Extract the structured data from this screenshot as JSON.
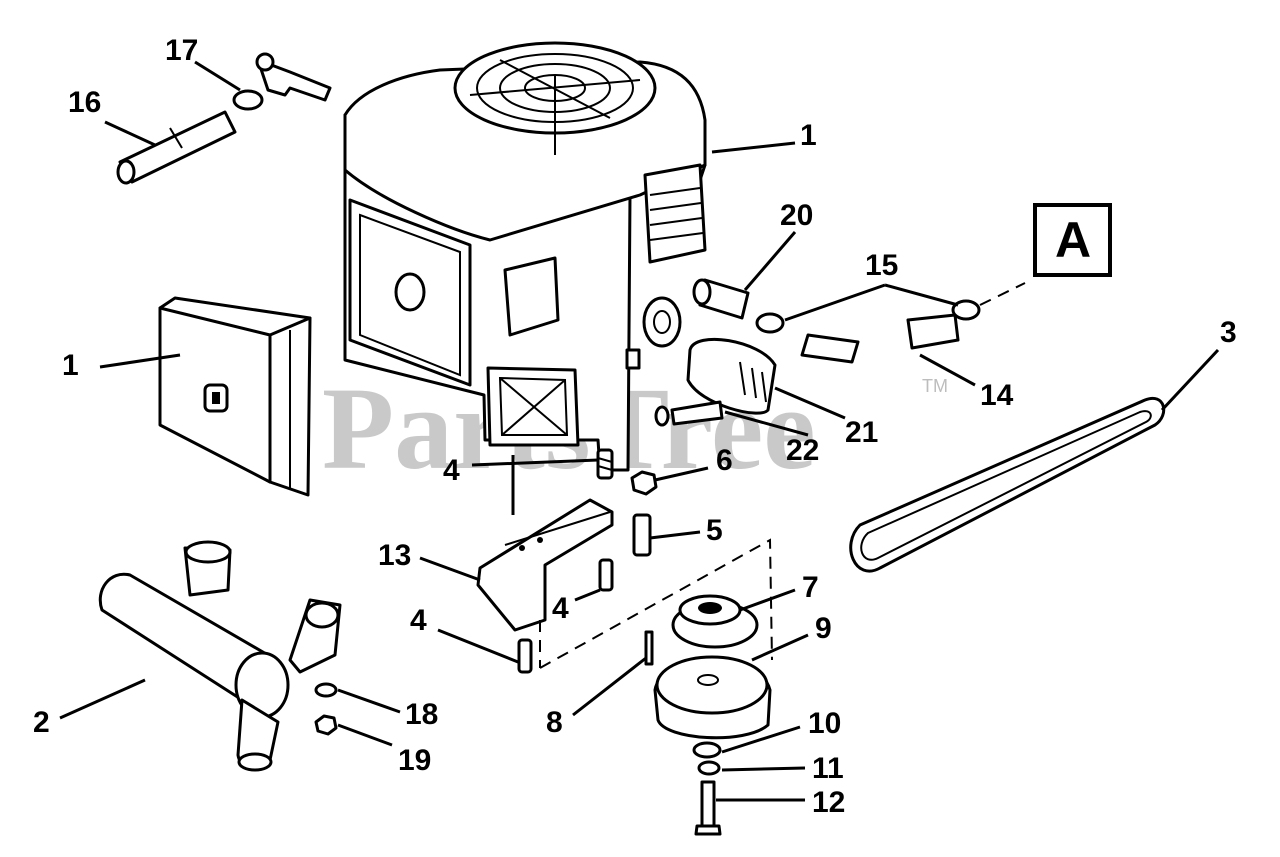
{
  "watermark": {
    "text": "PartsTree",
    "tm": "TM"
  },
  "reference_box": {
    "letter": "A"
  },
  "callouts": [
    {
      "id": "c1a",
      "label": "1"
    },
    {
      "id": "c1b",
      "label": "1"
    },
    {
      "id": "c2",
      "label": "2"
    },
    {
      "id": "c3",
      "label": "3"
    },
    {
      "id": "c4a",
      "label": "4"
    },
    {
      "id": "c4b",
      "label": "4"
    },
    {
      "id": "c4c",
      "label": "4"
    },
    {
      "id": "c5",
      "label": "5"
    },
    {
      "id": "c6",
      "label": "6"
    },
    {
      "id": "c7",
      "label": "7"
    },
    {
      "id": "c8",
      "label": "8"
    },
    {
      "id": "c9",
      "label": "9"
    },
    {
      "id": "c10",
      "label": "10"
    },
    {
      "id": "c11",
      "label": "11"
    },
    {
      "id": "c12",
      "label": "12"
    },
    {
      "id": "c13",
      "label": "13"
    },
    {
      "id": "c14",
      "label": "14"
    },
    {
      "id": "c15",
      "label": "15"
    },
    {
      "id": "c16",
      "label": "16"
    },
    {
      "id": "c17",
      "label": "17"
    },
    {
      "id": "c18",
      "label": "18"
    },
    {
      "id": "c19",
      "label": "19"
    },
    {
      "id": "c20",
      "label": "20"
    },
    {
      "id": "c21",
      "label": "21"
    },
    {
      "id": "c22",
      "label": "22"
    }
  ]
}
